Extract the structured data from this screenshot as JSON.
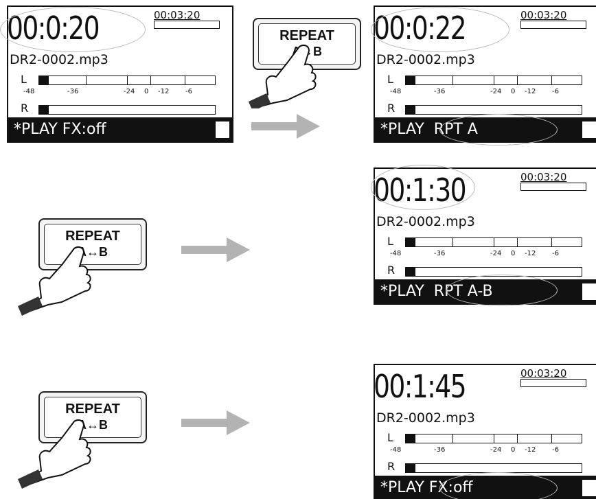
{
  "button": {
    "line1": "REPEAT",
    "line2": "A↔B"
  },
  "meter_scale": [
    "-48",
    "-36",
    "-24",
    "0",
    "-12",
    "-6"
  ],
  "screens": [
    {
      "time": "00:0:20",
      "total": "00:03:20",
      "file": "DR2-0002.mp3",
      "ch_l": "L",
      "ch_r": "R",
      "status": "*PLAY FX:off"
    },
    {
      "time": "00:0:22",
      "total": "00:03:20",
      "file": "DR2-0002.mp3",
      "ch_l": "L",
      "ch_r": "R",
      "status": "*PLAY  RPT A"
    },
    {
      "time": "00:1:30",
      "total": "00:03:20",
      "file": "DR2-0002.mp3",
      "ch_l": "L",
      "ch_r": "R",
      "status": "*PLAY  RPT A-B"
    },
    {
      "time": "00:1:45",
      "total": "00:03:20",
      "file": "DR2-0002.mp3",
      "ch_l": "L",
      "ch_r": "R",
      "status": "*PLAY FX:off"
    }
  ],
  "colors": {
    "arrow": "#b3b3b3",
    "oval": "#bbbbbb",
    "ink": "#111111"
  },
  "icons": [
    "hand-pointer-icon",
    "arrow-right-icon"
  ]
}
